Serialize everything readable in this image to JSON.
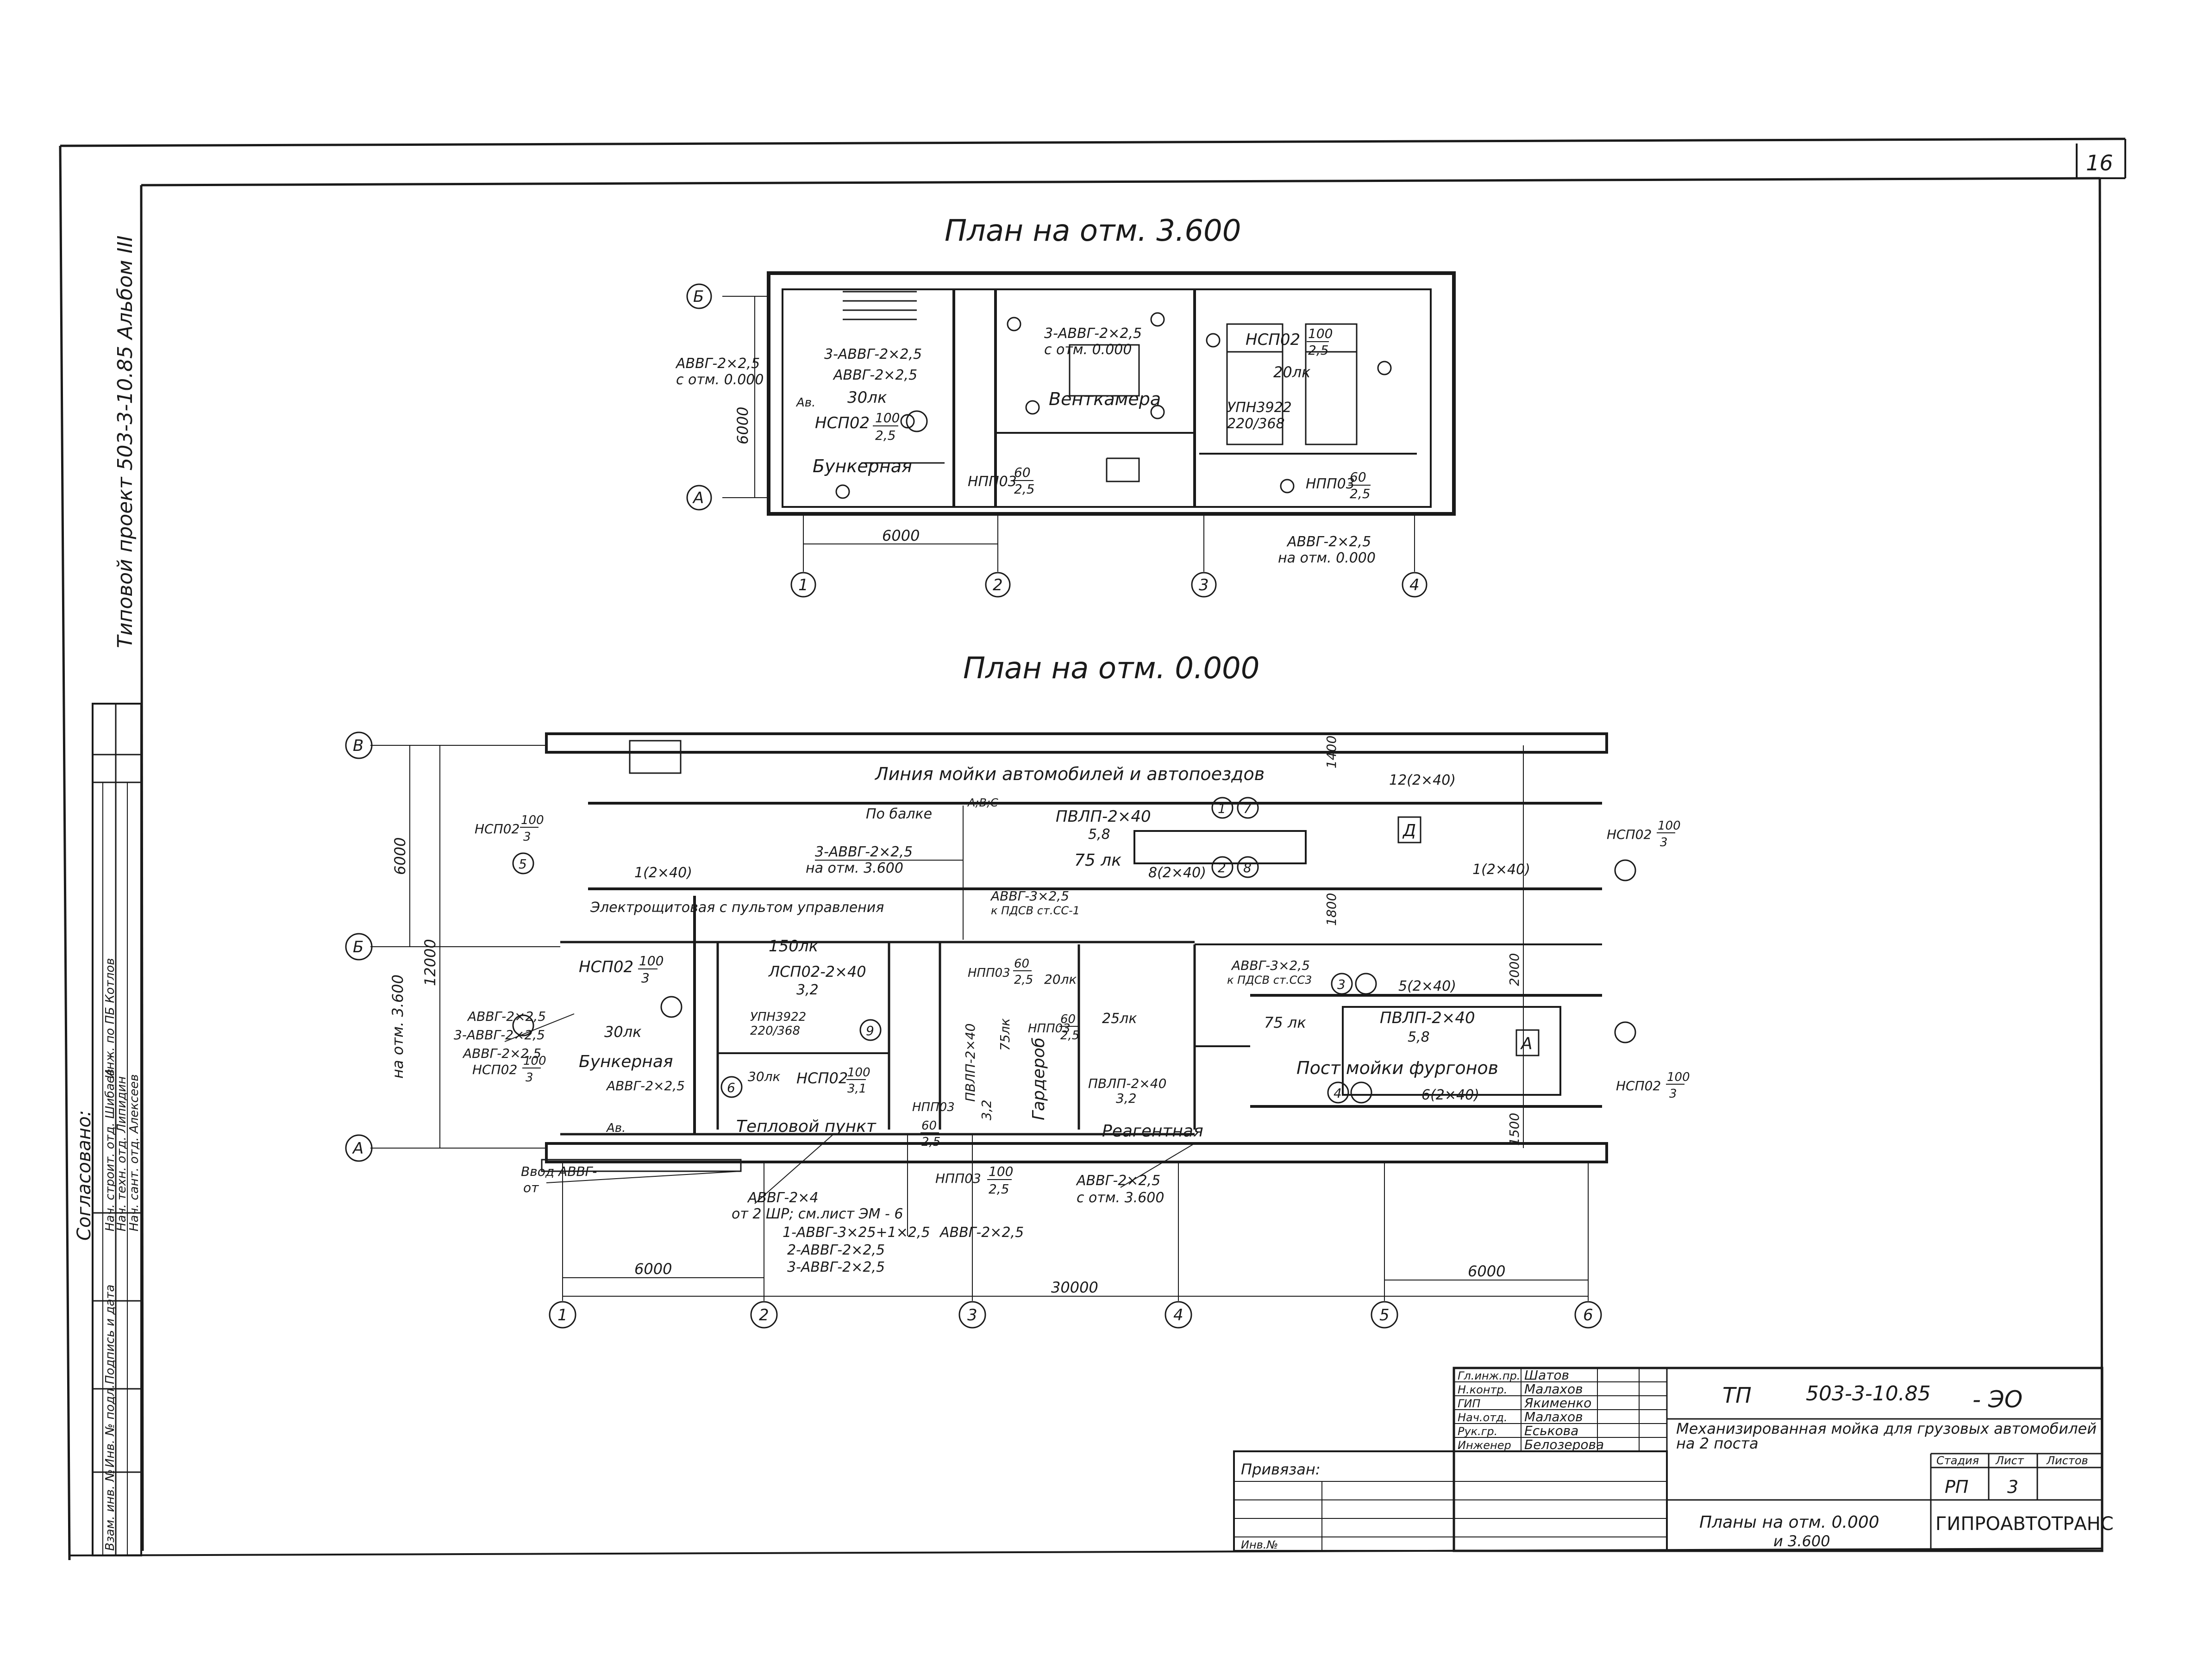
{
  "sheet": {
    "number": "16",
    "side_text": "Типовой проект 503-3-10.85  Альбом III"
  },
  "upper_plan": {
    "title": "План на отм. 3.600",
    "axes_v": [
      "1",
      "2",
      "3",
      "4"
    ],
    "axes_h": [
      "Б",
      "А"
    ],
    "dim_width": "6000",
    "dim_height": "6000",
    "rooms": [
      "Бункерная",
      "Венткамера"
    ],
    "labels": {
      "cable_left": "АВВГ-2×2,5",
      "cable_left_sub": "с отм. 0.000",
      "cable_a": "3-АВВГ-2×2,5",
      "cable_b": "АВВГ-2×2,5",
      "lux_a": "30лк",
      "lamp_a": "НСП02",
      "lamp_a_num": "100",
      "lamp_a_den": "2,5",
      "vent_cable": "3-АВВГ-2×2,5",
      "vent_cable_sub": "с отм. 0.000",
      "lamp_b": "НСП02",
      "lamp_b_num": "100",
      "lamp_b_den": "2,5",
      "lux_b": "20лк",
      "upn": "УПН3922",
      "upn_sub": "220/368",
      "npp_a": "НПП03",
      "npp_a_num": "60",
      "npp_a_den": "2,5",
      "npp_b": "НПП03",
      "npp_b_num": "60",
      "npp_b_den": "2,5",
      "cable_bottom": "АВВГ-2×2,5",
      "cable_bottom_sub": "на отм. 0.000",
      "av": "Ав."
    }
  },
  "lower_plan": {
    "title": "План на отм. 0.000",
    "axes_v": [
      "1",
      "2",
      "3",
      "4",
      "5",
      "6"
    ],
    "axes_h": [
      "В",
      "Б",
      "А"
    ],
    "dims": {
      "left_top": "6000",
      "left_total": "12000",
      "left_mark": "на отм. 3.600",
      "bottom_left": "6000",
      "bottom_total": "30000",
      "bottom_right": "6000",
      "right_a": "1400",
      "right_b": "1800",
      "right_c": "2000",
      "right_d": "1500"
    },
    "rooms": [
      "Бункерная",
      "Тепловой пункт",
      "Гардероб",
      "Реагентная"
    ],
    "labels": {
      "line_wash": "Линия мойки автомобилей и автопоездов",
      "post_wash": "Пост мойки фургонов",
      "shield": "Электрощитовая с пультом управления",
      "po_balke": "По балке",
      "abc": "А;В;С",
      "pvlp_a": "ПВЛП-2×40",
      "pvlp_a_sub": "5,8",
      "lux_75a": "75 лк",
      "cable_3avvg": "3-АВВГ-2×2,5",
      "cable_3avvg_sub": "на отм. 3.600",
      "group_12": "12(2×40)",
      "group_1a": "1(2×40)",
      "group_8": "8(2×40)",
      "group_1b": "1(2×40)",
      "group_5": "5(2×40)",
      "group_6": "6(2×40)",
      "avvg_3x25": "АВВГ-3×2,5",
      "pdsv_a": "к ПДСВ ст.СС-1",
      "avvg_3x25b": "АВВГ-3×2,5",
      "pdsv_b": "к ПДСВ ст.СС3",
      "lux_150": "150лк",
      "lsp": "ЛСП02-2×40",
      "lsp_sub": "3,2",
      "upn": "УПН3922",
      "upn_sub": "220/368",
      "lamp_left": "НСП02",
      "lamp_left_num": "100",
      "lamp_left_den": "3",
      "lux_30a": "30лк",
      "lux_30b": "30лк",
      "lamp_heat": "НСП02",
      "lamp_heat_num": "100",
      "lamp_heat_den": "3,1",
      "left_c1": "АВВГ-2×2,5",
      "left_c2": "3-АВВГ-2×2,5",
      "left_c3": "АВВГ-2×2,5",
      "left_nsp": "НСП02",
      "left_nsp_num": "100",
      "left_nsp_den": "3",
      "top_nsp": "НСП02",
      "top_nsp_num": "100",
      "top_nsp_den": "3",
      "right_nsp_a": "НСП02",
      "right_nsp_a_num": "100",
      "right_nsp_a_den": "3",
      "right_nsp_b": "НСП02",
      "right_nsp_b_num": "100",
      "right_nsp_b_den": "3",
      "avvg_bunker": "АВВГ-2×2,5",
      "lux_20": "20лк",
      "lux_25": "25лк",
      "lux_75b": "75 лк",
      "lux_75c": "75лк",
      "npp_a": "НПП03",
      "npp_a_num": "60",
      "npp_a_den": "2,5",
      "npp_b": "НПП03",
      "npp_b_num": "60",
      "npp_b_den": "2,5",
      "npp_c": "НПП03",
      "npp_c_num": "60",
      "npp_c_den": "2,5",
      "npp_d": "НПП03",
      "npp_d_num": "100",
      "npp_d_den": "2,5",
      "pvlp_b": "ПВЛП-2×40",
      "pvlp_b_sub": "5,8",
      "pvlp_c": "ПВЛП-2×40",
      "pvlp_c_sub": "3,2",
      "pvlp_d": "ПВЛП-2×40",
      "pvlp_d_sub": "3,2",
      "vvod": "Ввод АВВГ-",
      "vvod_ot": "от",
      "avvg_2x4": "АВВГ-2×4",
      "ot_2shr": "от 2 ШР; см.лист ЭМ - 6",
      "feed_1": "1-АВВГ-3×25+1×2,5",
      "feed_2": "2-АВВГ-2×2,5",
      "feed_3": "3-АВВГ-2×2,5",
      "feed_4": "АВВГ-2×2,5",
      "right_cable": "АВВГ-2×2,5",
      "right_cable_sub": "с отм. 3.600",
      "av": "Ав.",
      "circle_1": "1",
      "circle_7": "7",
      "circle_2": "2",
      "circle_8": "8",
      "circle_3": "3",
      "circle_4": "4",
      "circle_5": "5",
      "circle_9": "9",
      "circle_6": "6",
      "zone_a": "А",
      "zone_d": "Д"
    }
  },
  "left_stamp": {
    "soglasovano": "Согласовано:",
    "rows": [
      "Нач. строит. отд. Шибаев",
      "Нач. техн. отд. Липидин",
      "Нач. сант. отд. Алексеев",
      "Инж. по ПБ Котлов"
    ],
    "inv": "Инв. № подл.",
    "podp": "Подпись и дата",
    "vzam": "Взам. инв. №"
  },
  "title_block": {
    "roles": [
      "Гл.инж.пр.",
      "Н.контр.",
      "ГИП",
      "Нач.отд.",
      "Рук.гр.",
      "Инженер"
    ],
    "names": [
      "Шатов",
      "Малахов",
      "Якименко",
      "Малахов",
      "Еськова",
      "Белозерова"
    ],
    "code_prefix": "ТП",
    "code": "503-3-10.85",
    "suffix": "- ЭО",
    "project_name": "Механизированная мойка для грузовых автомобилей на 2 поста",
    "col_stage": "Стадия",
    "col_sheet": "Лист",
    "col_sheets": "Листов",
    "stage": "РП",
    "sheet": "3",
    "sheet_title_1": "Планы на отм. 0.000",
    "sheet_title_2": "и 3.600",
    "org": "ГИПРОАВТОТРАНС",
    "privyazan": "Привязан:",
    "inv_no": "Инв.№"
  }
}
